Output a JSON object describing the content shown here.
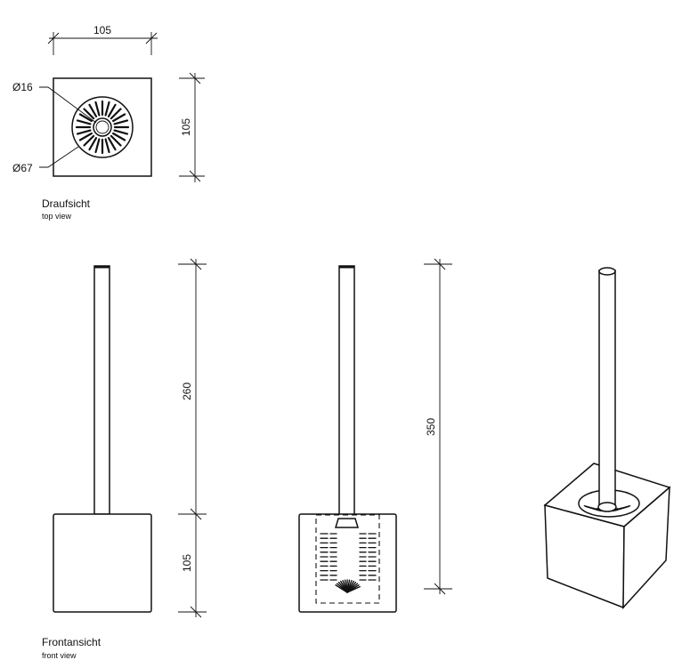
{
  "top_view": {
    "width_dim": "105",
    "height_dim": "105",
    "inner_diameter": "Ø16",
    "outer_diameter": "Ø67",
    "title": "Draufsicht",
    "subtitle": "top view"
  },
  "front_view": {
    "handle_dim": "260",
    "base_dim": "105",
    "total_dim": "350",
    "title": "Frontansicht",
    "subtitle": "front view"
  }
}
